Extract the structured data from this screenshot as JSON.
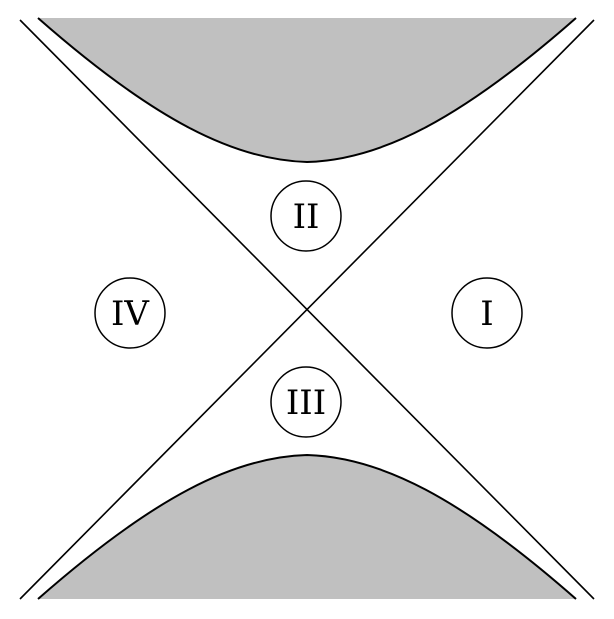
{
  "regions": [
    {
      "id": "I",
      "label": "I"
    },
    {
      "id": "II",
      "label": "II"
    },
    {
      "id": "III",
      "label": "III"
    },
    {
      "id": "IV",
      "label": "IV"
    }
  ],
  "colors": {
    "shaded": "#c0c0c0",
    "line": "#000000",
    "background": "#ffffff"
  }
}
